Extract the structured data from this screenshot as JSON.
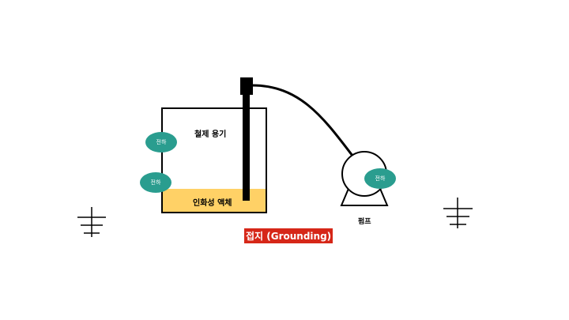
{
  "labels": {
    "container": "철제 용기",
    "liquid": "인화성 액체",
    "pump": "펌프",
    "grounding": "접지 (Grounding)"
  },
  "charges": [
    "전하",
    "전하",
    "전하"
  ],
  "colors": {
    "liquid": "#FFD166",
    "charge": "#2A9D8F",
    "grounding_badge": "#D62718"
  }
}
